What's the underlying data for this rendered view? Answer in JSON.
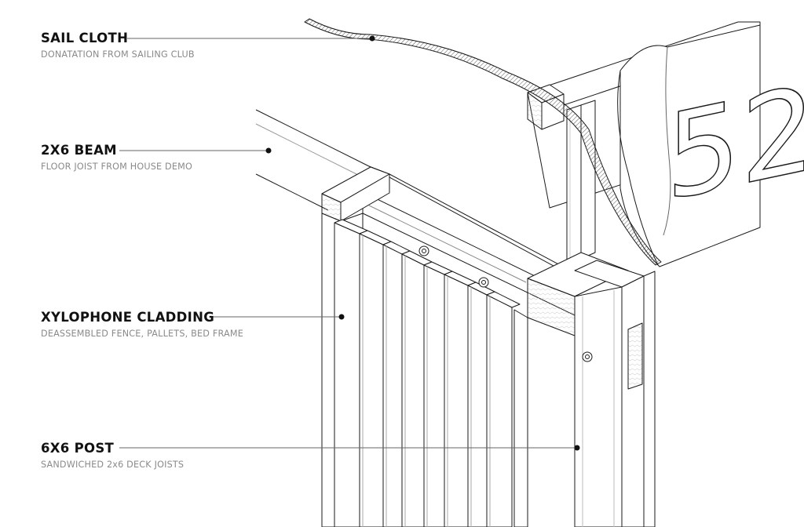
{
  "callouts": [
    {
      "title": "SAIL CLOTH",
      "subtitle": "DONATATION FROM SAILING CLUB"
    },
    {
      "title": "2X6 BEAM",
      "subtitle": "FLOOR JOIST FROM HOUSE DEMO"
    },
    {
      "title": "XYLOPHONE CLADDING",
      "subtitle": "DEASSEMBLED FENCE, PALLETS, BED FRAME"
    },
    {
      "title": "6X6 POST",
      "subtitle": "SANDWICHED 2x6 DECK JOISTS"
    }
  ],
  "sail_number": "52",
  "colors": {
    "line": "#1a1a1a",
    "leader": "#555555",
    "sail_fill": "#ffffff",
    "hatch": "#888888"
  }
}
